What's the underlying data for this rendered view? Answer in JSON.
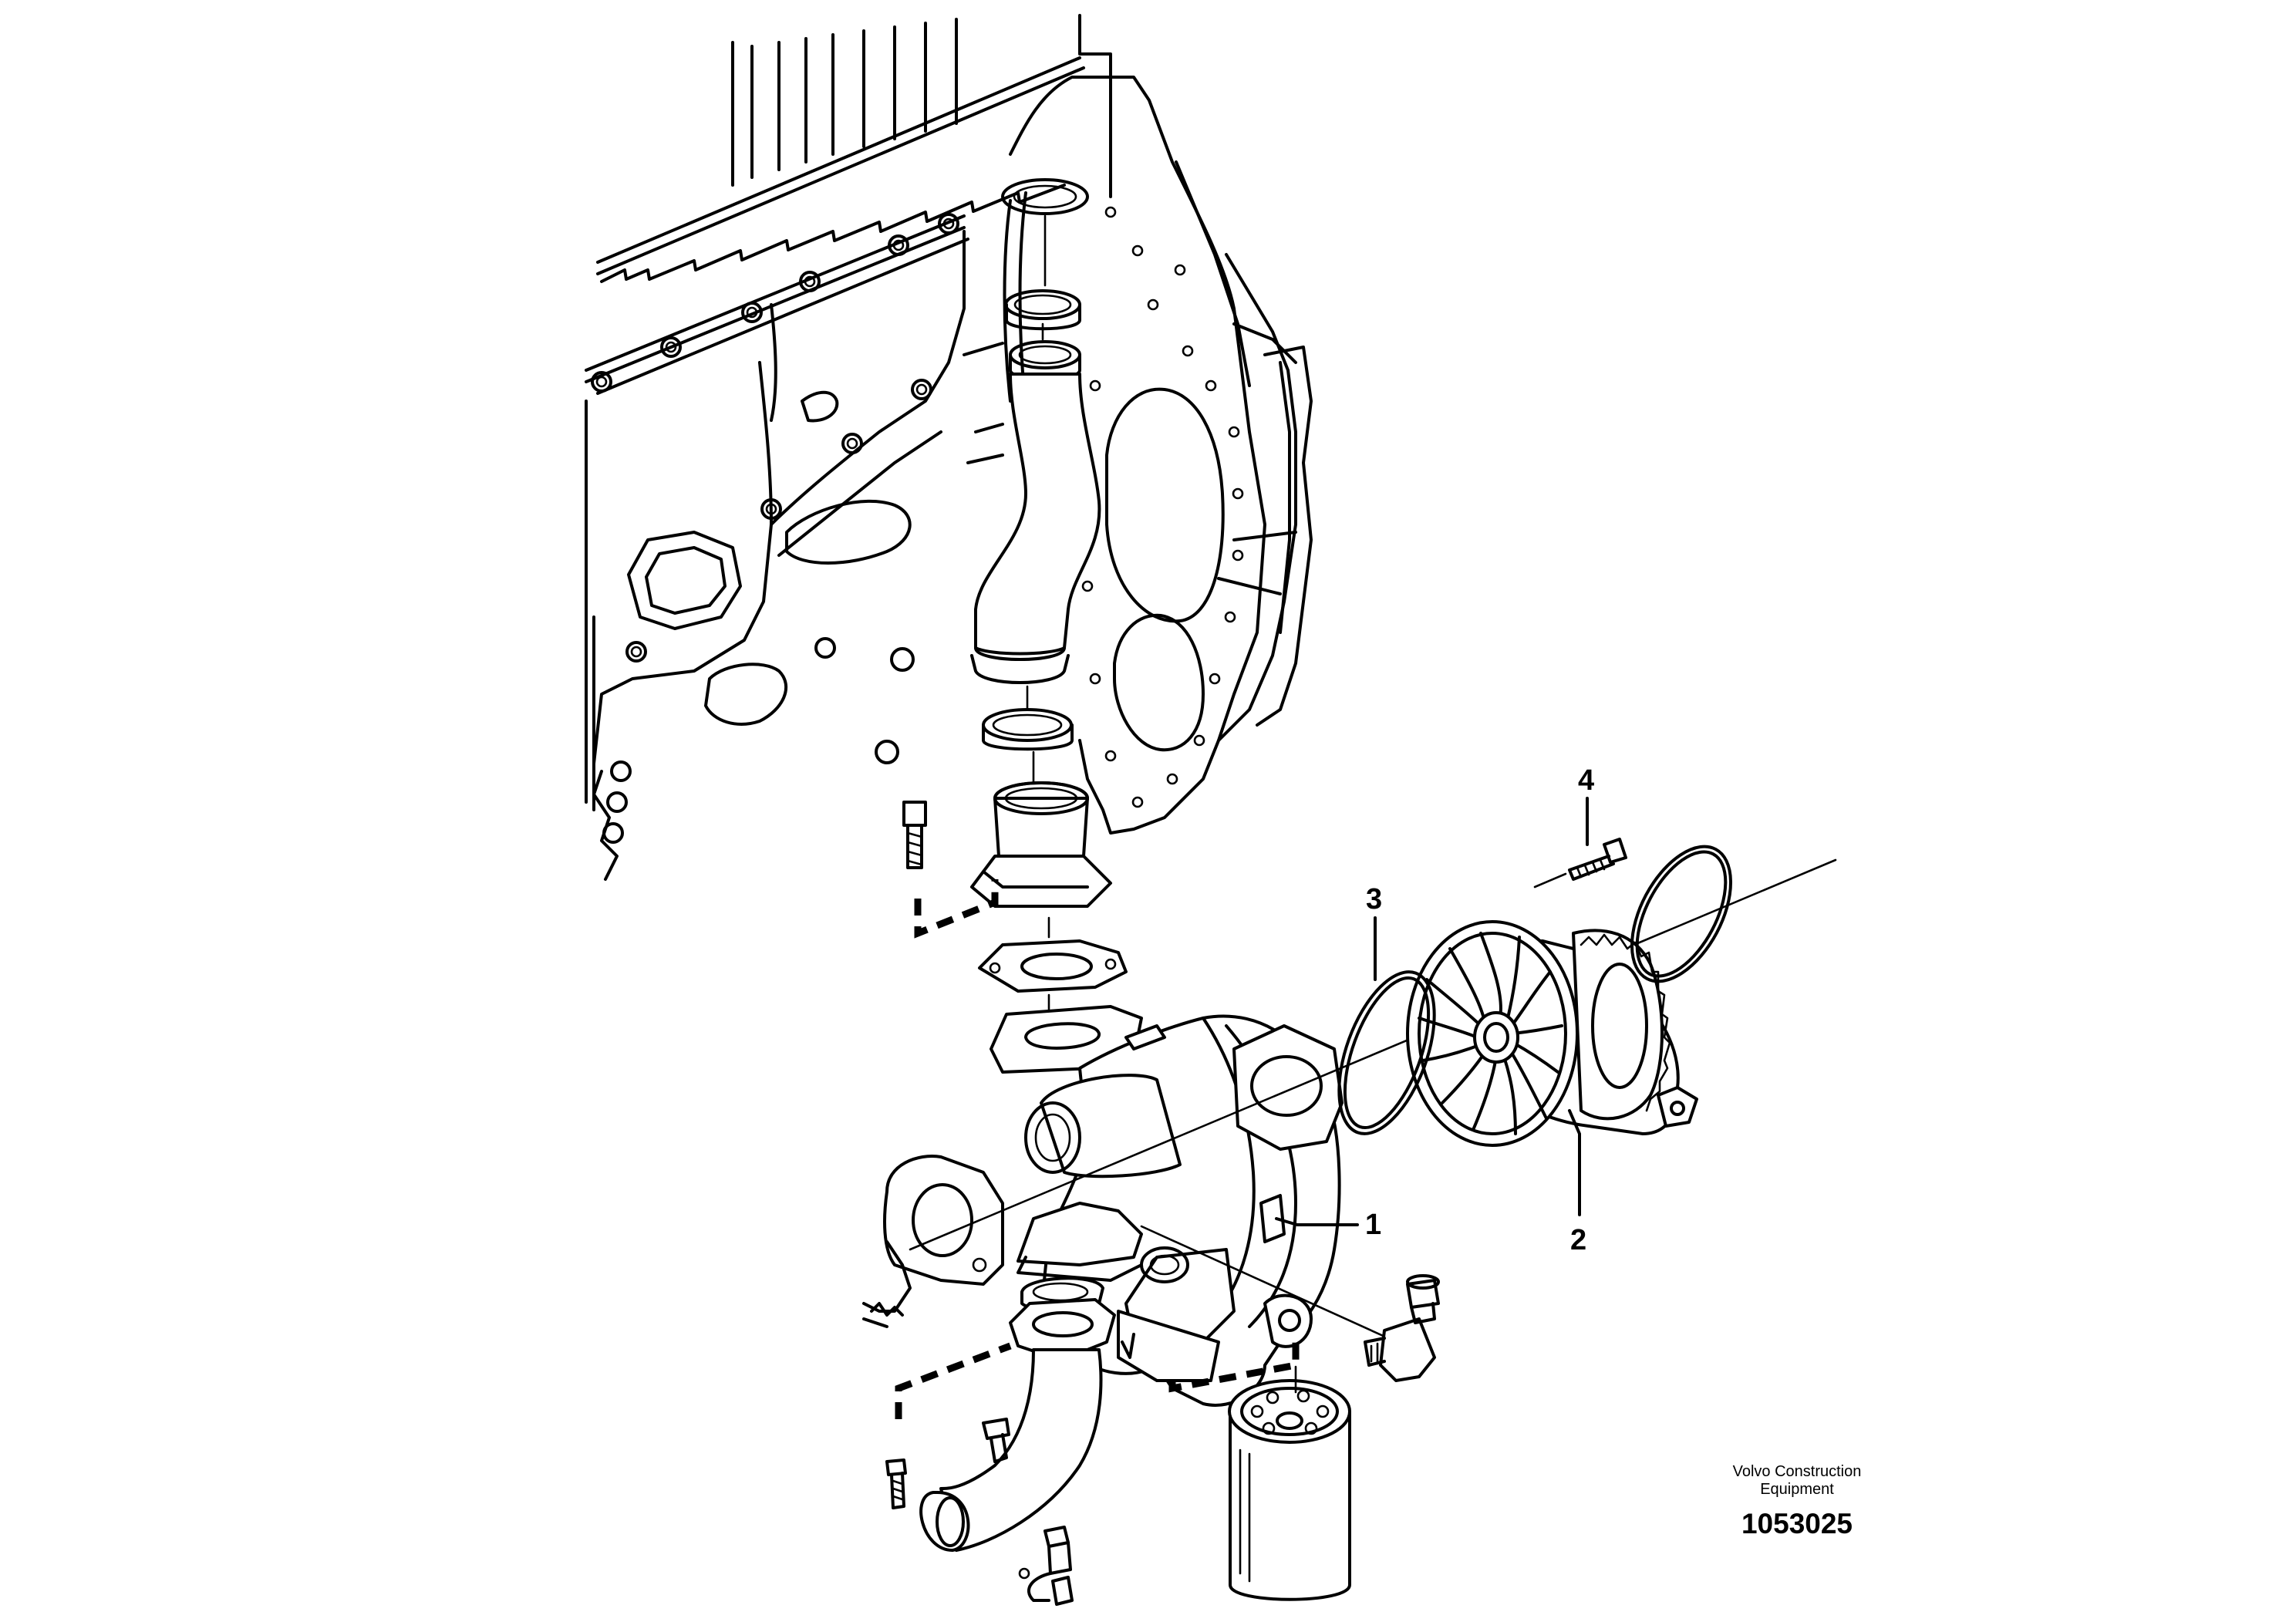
{
  "diagram": {
    "callouts": [
      {
        "id": "1",
        "label": "1"
      },
      {
        "id": "2",
        "label": "2"
      },
      {
        "id": "3",
        "label": "3"
      },
      {
        "id": "4",
        "label": "4"
      }
    ],
    "publisher": {
      "line1": "Volvo Construction",
      "line2": "Equipment"
    },
    "illustration_number": "1053025"
  },
  "colors": {
    "line": "#000000",
    "background": "#ffffff"
  }
}
